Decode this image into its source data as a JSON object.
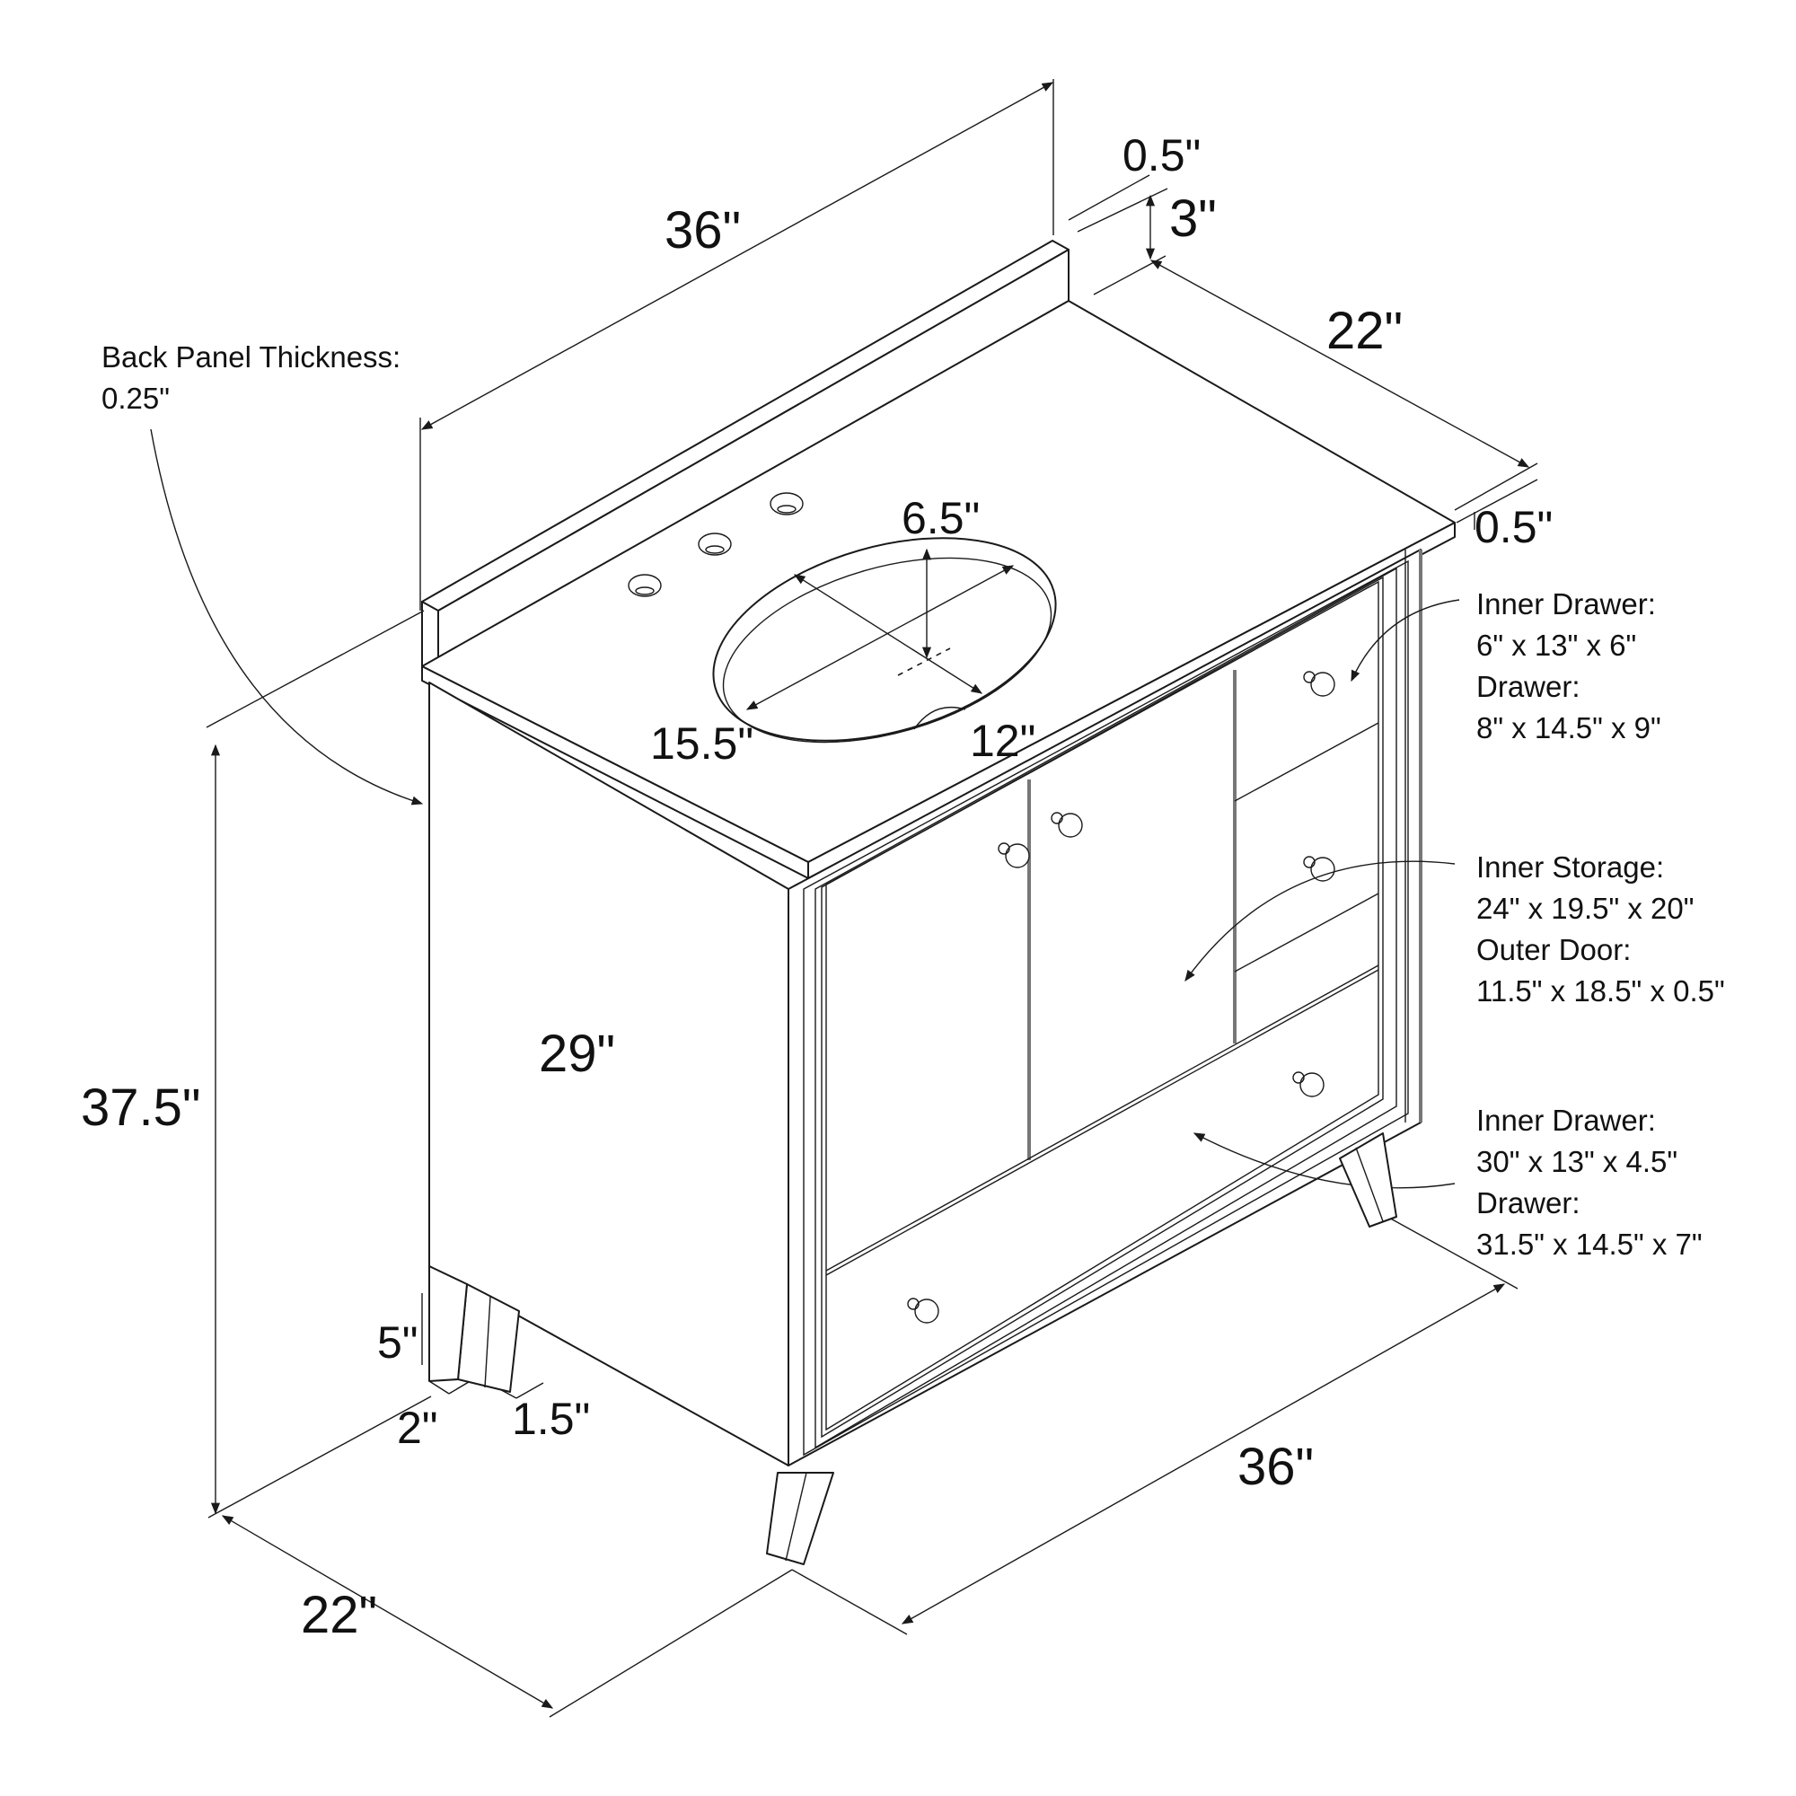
{
  "diagram": {
    "subject": "Bathroom vanity with countertop and backsplash - dimension drawing",
    "dimensions": {
      "backsplash_width": "36\"",
      "backsplash_thickness": "0.5\"",
      "backsplash_height": "3\"",
      "countertop_depth": "22\"",
      "countertop_thickness": "0.5\"",
      "sink_depth": "6.5\"",
      "sink_length": "15.5\"",
      "sink_width": "12\"",
      "overall_height": "37.5\"",
      "cabinet_body_height": "29\"",
      "leg_height": "5\"",
      "leg_width": "2\"",
      "leg_depth": "1.5\"",
      "base_depth": "22\"",
      "base_width": "36\""
    },
    "notes": {
      "back_panel": {
        "title": "Back Panel Thickness:",
        "value": "0.25\""
      },
      "top_drawer": {
        "inner_title": "Inner Drawer:",
        "inner_value": "6\" x 13\" x 6\"",
        "outer_title": "Drawer:",
        "outer_value": "8\" x 14.5\" x 9\""
      },
      "storage": {
        "inner_title": "Inner Storage:",
        "inner_value": "24\" x 19.5\" x 20\"",
        "door_title": "Outer Door:",
        "door_value": "11.5\" x 18.5\" x 0.5\""
      },
      "bottom_drawer": {
        "inner_title": "Inner Drawer:",
        "inner_value": "30\" x 13\" x 4.5\"",
        "outer_title": "Drawer:",
        "outer_value": "31.5\" x 14.5\" x 7\""
      }
    },
    "colors": {
      "line": "#1a1a1a",
      "panel_edge": "#777777",
      "background": "#ffffff"
    }
  }
}
